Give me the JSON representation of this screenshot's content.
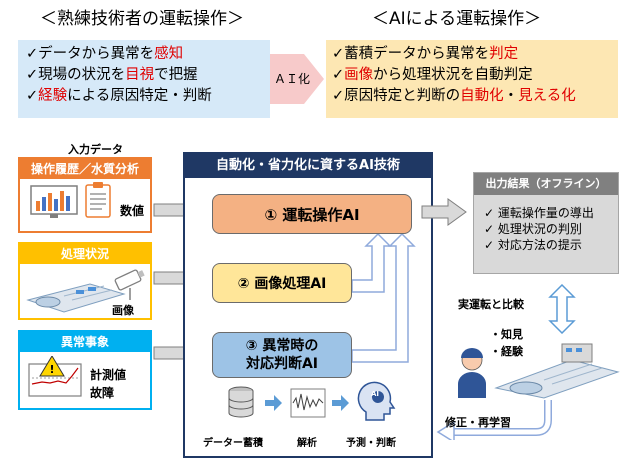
{
  "top": {
    "left_title": "＜熟練技術者の運転操作＞",
    "right_title": "＜AIによる運転操作＞",
    "left_items": [
      {
        "prefix": "✓データから異常を",
        "hl": "感知",
        "suffix": ""
      },
      {
        "prefix": "✓現場の状況を",
        "hl": "目視",
        "suffix": "で把握"
      },
      {
        "prefix": "✓",
        "hl": "経験",
        "suffix": "による原因特定・判断"
      }
    ],
    "right_items": [
      {
        "prefix": "✓蓄積データから異常を",
        "hl": "判定",
        "mid": "",
        "hl2": "",
        "suffix": ""
      },
      {
        "prefix": "✓",
        "hl": "画像",
        "mid": "から処理状況を自動判定",
        "hl2": "",
        "suffix": ""
      },
      {
        "prefix": "✓原因特定と判断の",
        "hl": "自動化",
        "mid": "・",
        "hl2": "見える化",
        "suffix": ""
      }
    ],
    "arrow_label": "ＡＩ化"
  },
  "inputs": {
    "title": "入力データ",
    "panels": [
      {
        "head": "操作履歴／水質分析",
        "label": "数値"
      },
      {
        "head": "処理状況",
        "label": "画像"
      },
      {
        "head": "異常事象",
        "label1": "計測値",
        "label2": "故障"
      }
    ]
  },
  "center": {
    "title": "自動化・省力化に資するAI技術",
    "boxes": [
      "① 運転操作AI",
      "② 画像処理AI",
      "③ 異常時の",
      "対応判断AI"
    ],
    "steps": [
      "データー蓄積",
      "解析",
      "予測・判断"
    ],
    "ai_badge": "AI"
  },
  "output": {
    "title": "出力結果（オフライン）",
    "items": [
      "運転操作量の導出",
      "処理状況の判別",
      "対応方法の提示"
    ]
  },
  "right_bottom": {
    "compare_label": "実運転と比較",
    "knowledge": [
      "・知見",
      "・経験"
    ],
    "retrain_label": "修正・再学習"
  },
  "colors": {
    "light_blue": "#d6e9f8",
    "light_orange": "#fde7b3",
    "orange_head": "#ed7d31",
    "yellow_head": "#ffc000",
    "blue_head": "#00b0f0",
    "navy": "#1f3864",
    "box1": "#f4b183",
    "box2": "#ffe699",
    "box3": "#9dc3e6",
    "output_gray": "#d9d9d9",
    "output_head": "#808080"
  }
}
